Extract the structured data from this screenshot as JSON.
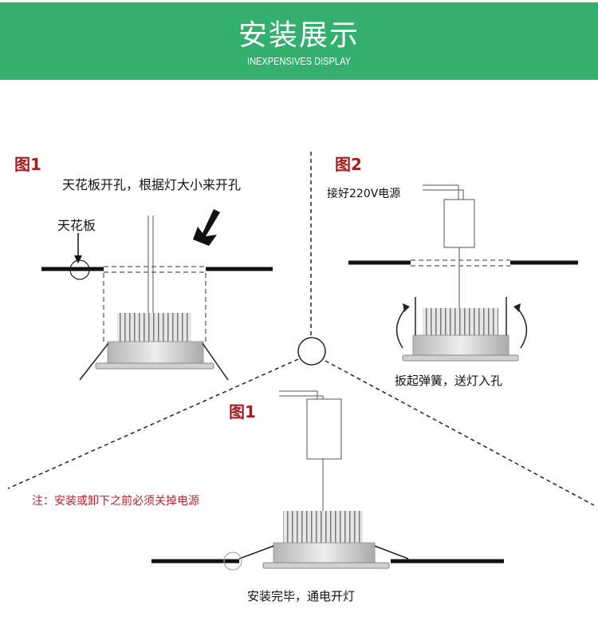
{
  "header": {
    "title": "安装展示",
    "subtitle": "INEXPENSIVES DISPLAY",
    "color": "#33b06d"
  },
  "figure1": {
    "label": "图1",
    "caption": "天花板开孔，根据灯大小来开孔",
    "ceiling_label": "天花板"
  },
  "figure2": {
    "label": "图2",
    "power_label": "接好220V电源",
    "caption": "扳起弹簧，送灯入孔"
  },
  "figure3": {
    "label": "图1",
    "caption": "安装完毕，通电开灯"
  },
  "note": "注：安装或卸下之前必须关掉电源",
  "colors": {
    "label_red": "#a81c22",
    "note_red": "#c0202a"
  }
}
